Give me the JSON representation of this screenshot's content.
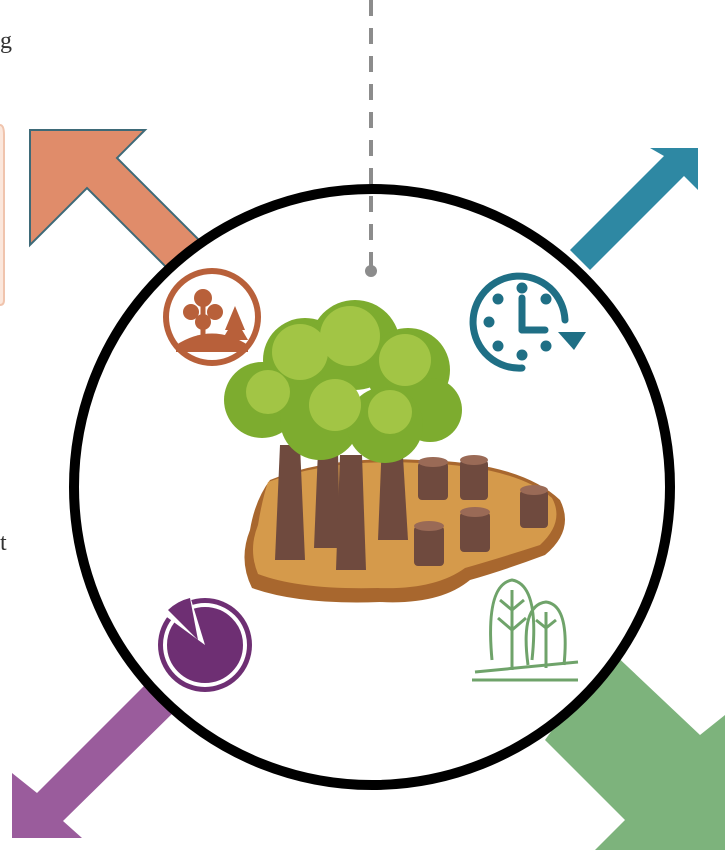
{
  "fragments": {
    "top_left": "g",
    "mid_left": "t"
  },
  "colors": {
    "arrow_top_left": "#e08c6a",
    "arrow_top_right": "#2e88a3",
    "arrow_bottom_left": "#9a5c9c",
    "arrow_bottom_right": "#7db37c",
    "circle_border": "#000000",
    "dashed_line": "#8c8c8c",
    "icon_forest": "#b8603a",
    "icon_clock": "#1f6f85",
    "icon_pie": "#6e2f73",
    "icon_trees": "#6fa36a"
  },
  "icons": [
    "forest-badge-icon",
    "clock-icon",
    "pie-chart-icon",
    "trees-outline-icon",
    "deforestation-illustration"
  ]
}
